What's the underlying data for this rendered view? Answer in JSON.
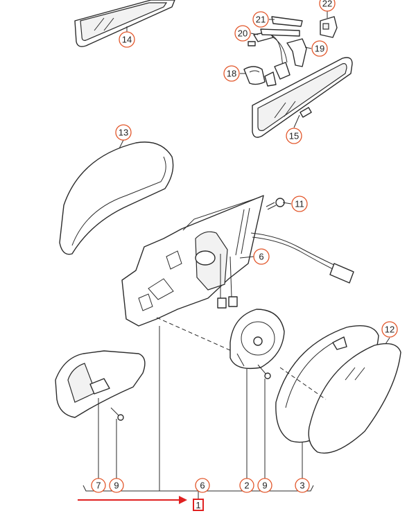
{
  "diagram": {
    "callouts": {
      "c14": "14",
      "c21": "21",
      "c22": "22",
      "c20": "20",
      "c19": "19",
      "c18": "18",
      "c15": "15",
      "c13": "13",
      "c11": "11",
      "c6_top": "6",
      "c12": "12",
      "c7": "7",
      "c9_left": "9",
      "c6_bottom": "6",
      "c2": "2",
      "c9_right": "9",
      "c3": "3"
    },
    "assembly_number": "1"
  },
  "colors": {
    "callout_ring": "#e2562a",
    "pointer_arrow": "#e02020",
    "assembly_box": "#e02020",
    "line_art": "#2b2b2b"
  }
}
